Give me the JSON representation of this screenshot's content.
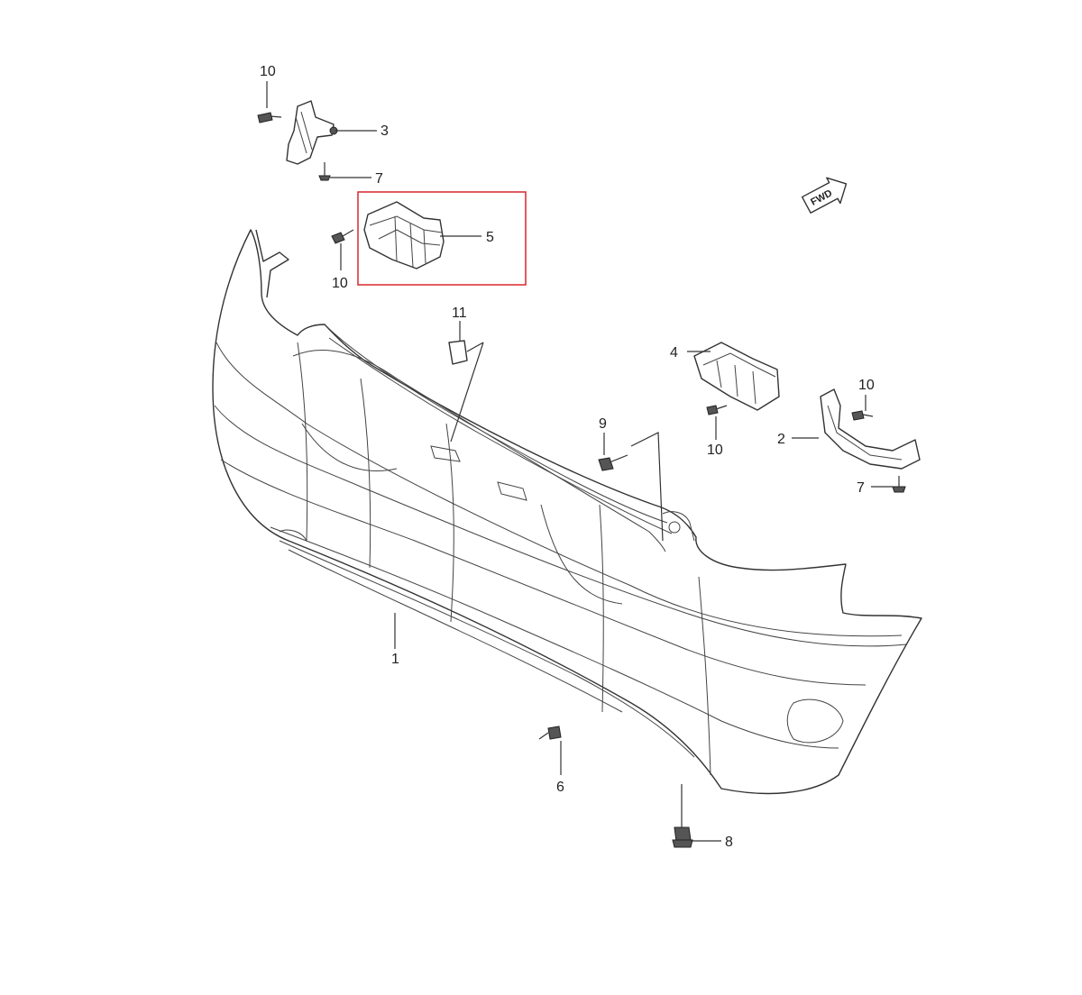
{
  "callouts": {
    "c1": "1",
    "c2": "2",
    "c3": "3",
    "c4": "4",
    "c5": "5",
    "c6": "6",
    "c7a": "7",
    "c7b": "7",
    "c8": "8",
    "c9": "9",
    "c10a": "10",
    "c10b": "10",
    "c10c": "10",
    "c10d": "10",
    "c11": "11"
  },
  "direction": {
    "text": "FWD"
  },
  "highlight": {
    "color": "#d9262b",
    "part": "5"
  },
  "colors": {
    "line": "#333333",
    "background": "#ffffff"
  }
}
